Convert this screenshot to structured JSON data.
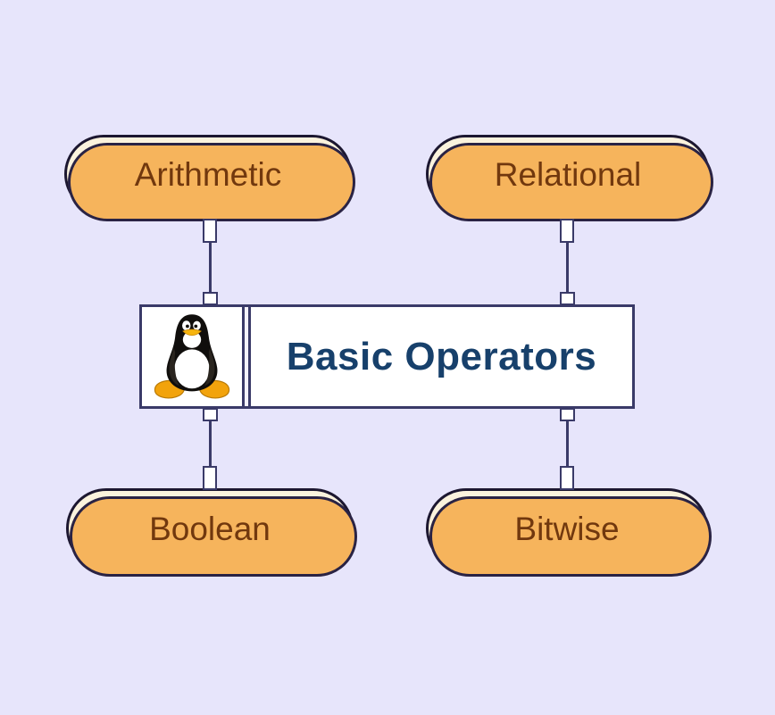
{
  "diagram": {
    "title": "Basic Operators",
    "icon": "tux-linux-penguin-icon",
    "nodes": [
      {
        "id": "arithmetic",
        "label": "Arithmetic",
        "position": "top-left"
      },
      {
        "id": "relational",
        "label": "Relational",
        "position": "top-right"
      },
      {
        "id": "boolean",
        "label": "Boolean",
        "position": "bottom-left"
      },
      {
        "id": "bitwise",
        "label": "Bitwise",
        "position": "bottom-right"
      }
    ],
    "colors": {
      "background": "#e7e5fb",
      "node_fill": "#fbf3dd",
      "node_border": "#1c1730",
      "node_shadow": "#f6b45c",
      "node_text": "#71380e",
      "box_fill": "#ffffff",
      "box_border": "#3a3a68",
      "title_text": "#17406b",
      "connector": "#3a3a68",
      "port_fill": "#ffffff"
    }
  }
}
